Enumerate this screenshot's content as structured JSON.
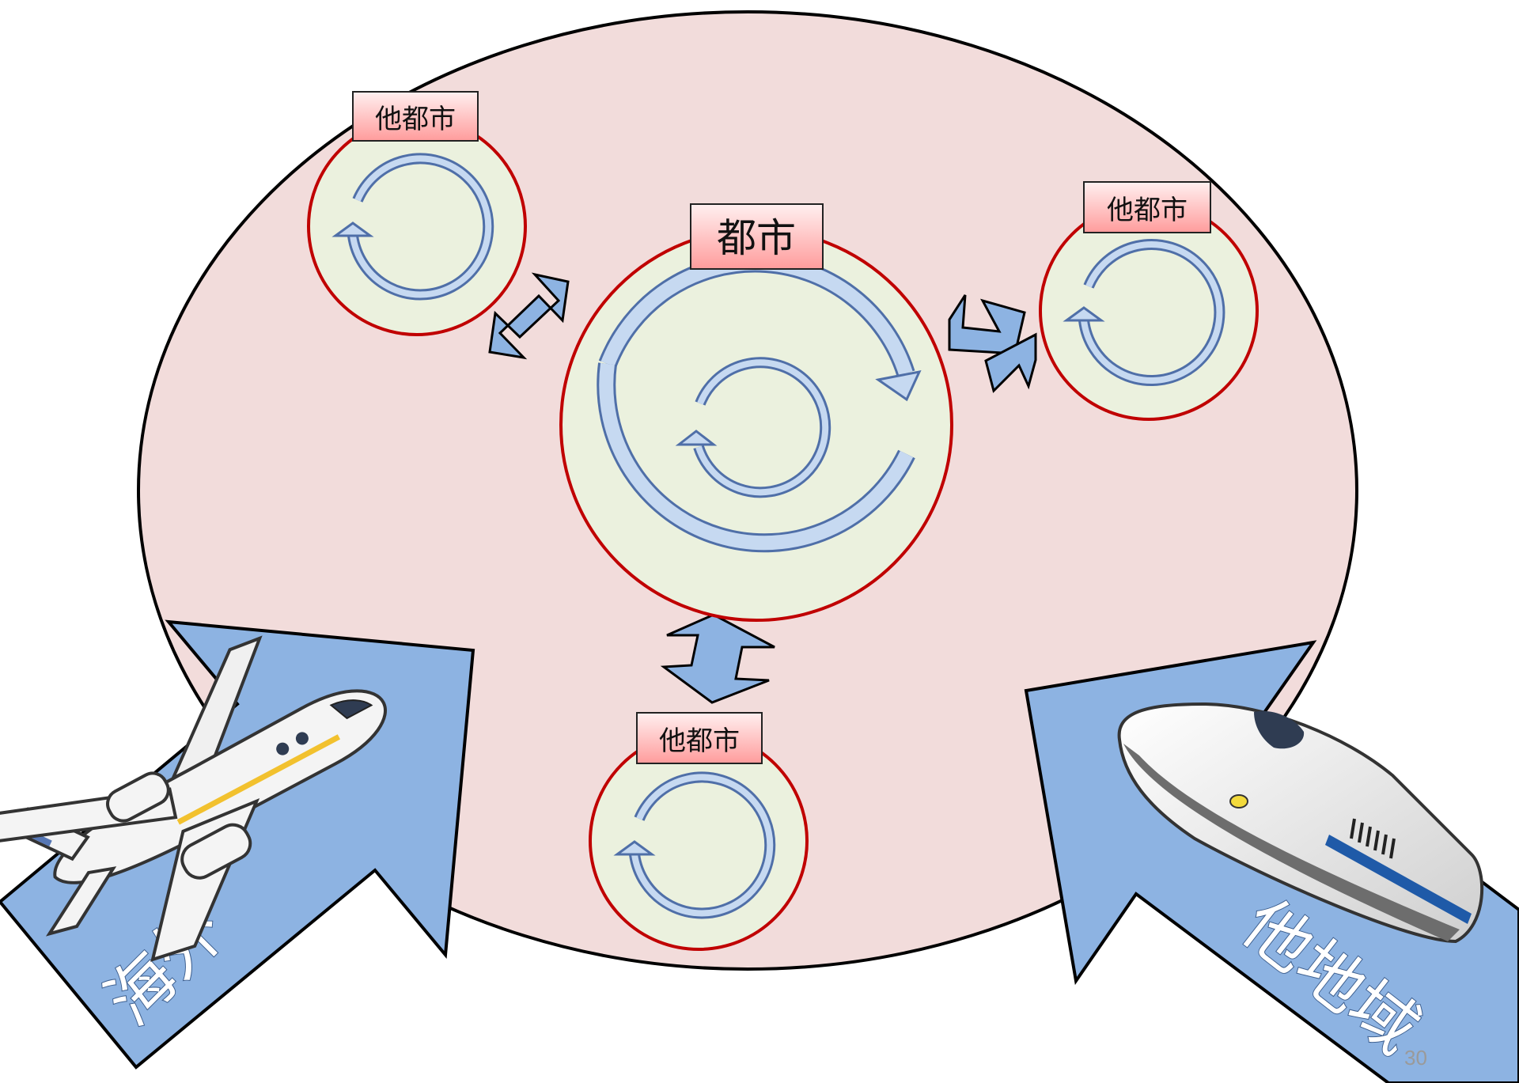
{
  "center_city": {
    "label": "都市"
  },
  "other_cities": {
    "top_left": {
      "label": "他都市"
    },
    "right": {
      "label": "他都市"
    },
    "bottom": {
      "label": "他都市"
    }
  },
  "inflows": {
    "overseas": {
      "label": "海外",
      "icon": "airplane-icon"
    },
    "other_region": {
      "label": "他地域",
      "icon": "bullet-train-icon"
    }
  },
  "page_number": "30",
  "colors": {
    "region_fill": "#f2dcdb",
    "city_fill": "#ebf1de",
    "city_border": "#c00000",
    "label_fill_top": "#ffe5e5",
    "label_fill_bottom": "#ff9a9a",
    "arrow_fill": "#8db3e2",
    "cycle_stroke": "#4f6fa8",
    "cycle_fill": "#c6d9f1"
  }
}
